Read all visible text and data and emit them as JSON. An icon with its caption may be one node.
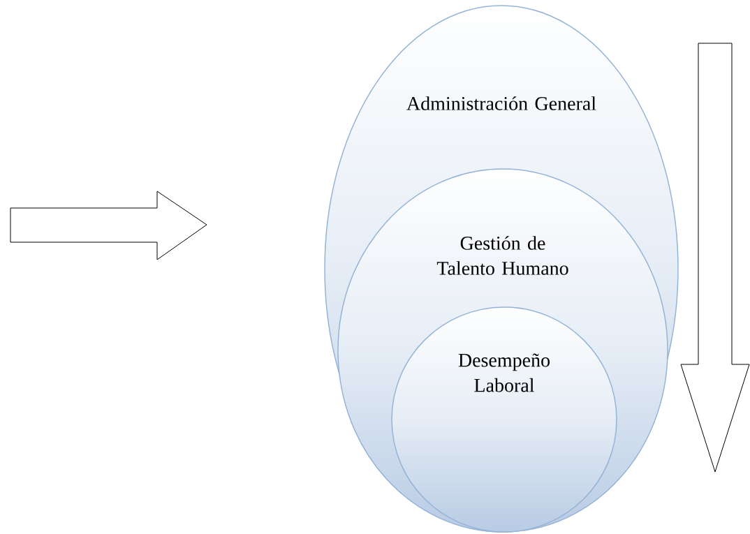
{
  "diagram": {
    "nodes": [
      {
        "text": [
          "Administración General"
        ]
      },
      {
        "text": [
          "Gestión de Talento Humano"
        ],
        "in": 0
      },
      {
        "text": [
          "Desempeño Laboral"
        ],
        "in": 1
      }
    ]
  }
}
